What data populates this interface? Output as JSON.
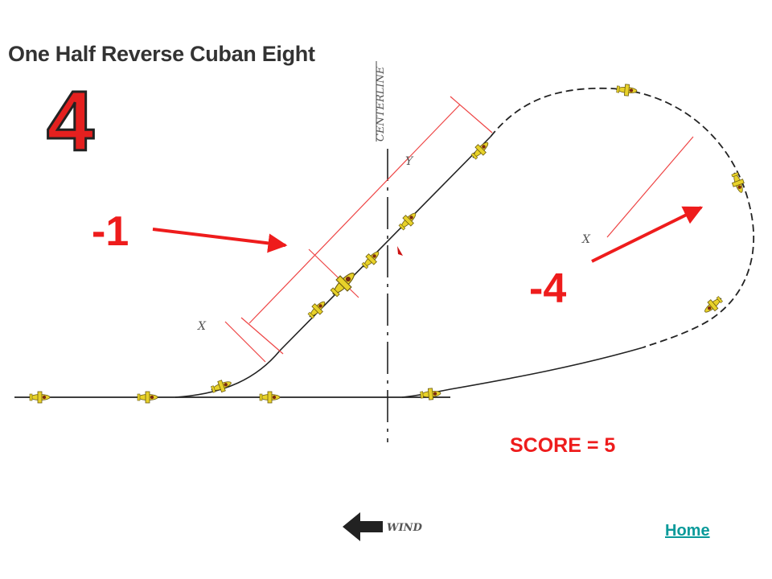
{
  "title": "One Half Reverse Cuban Eight",
  "figure_number": "4",
  "centerline_label": "CENTERLINE",
  "dimension_labels": {
    "x_lower": "X",
    "y_upper": "Y",
    "x_loop": "X"
  },
  "penalties": [
    "-1",
    "-4"
  ],
  "score_text": "SCORE = 5",
  "wind_label": "WIND",
  "home_link": "Home",
  "colors": {
    "penalty_red": "#ee1c1c",
    "link_teal": "#0a9a9a",
    "plane_yellow": "#e8d22a"
  },
  "icons": [
    "airplane-icon",
    "wind-arrow-icon",
    "penalty-arrow-icon"
  ]
}
